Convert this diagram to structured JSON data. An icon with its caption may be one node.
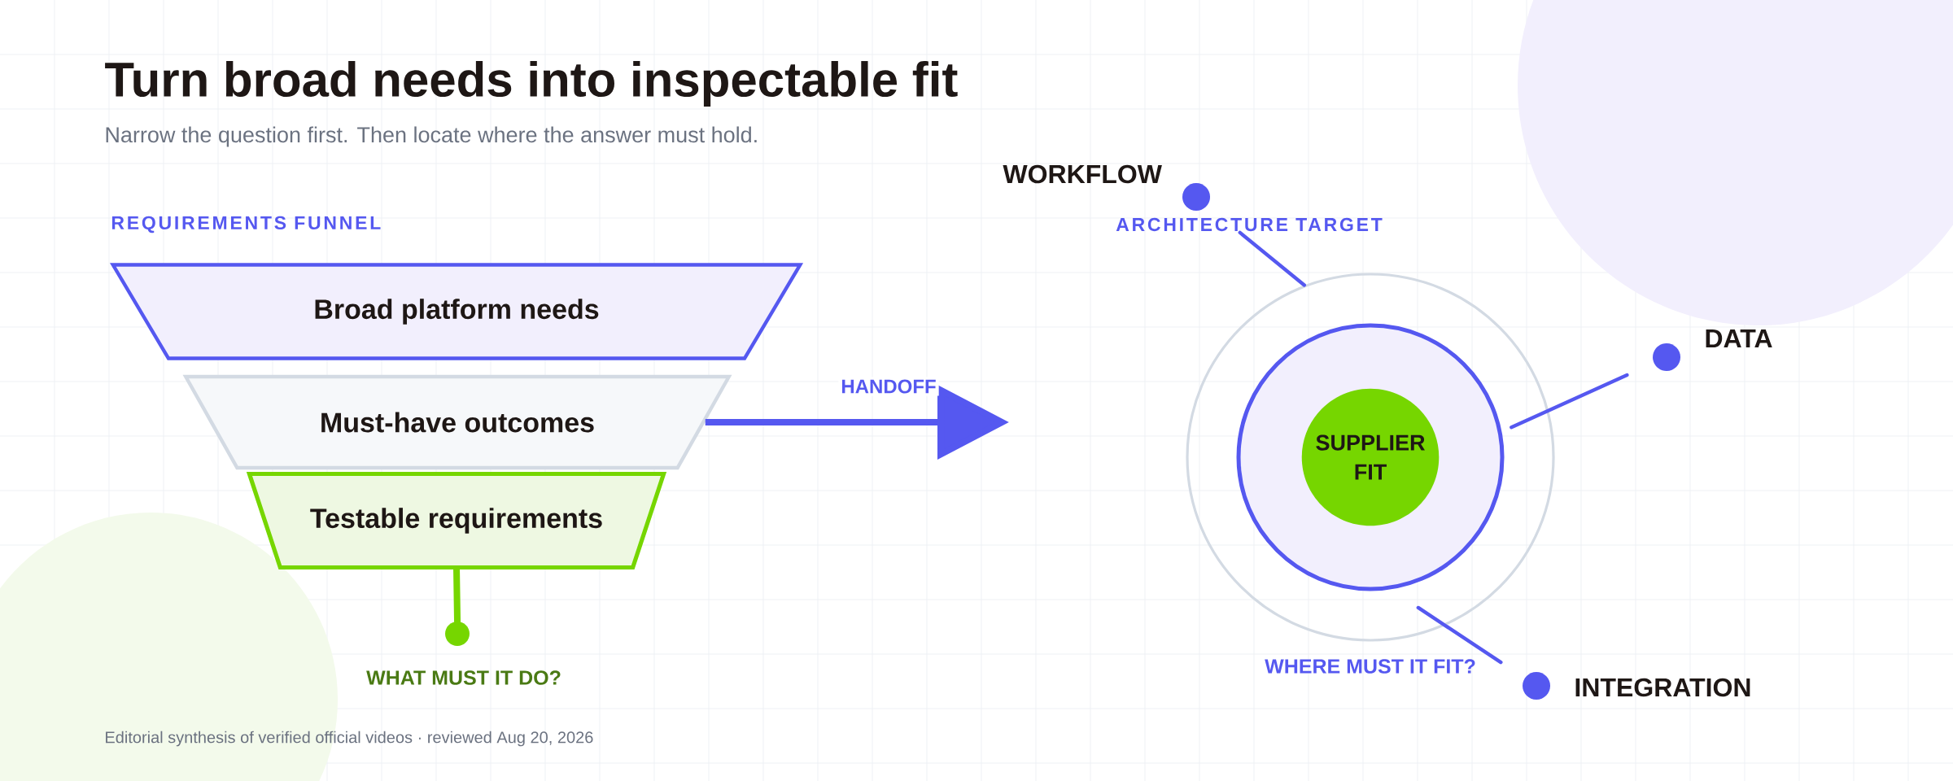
{
  "diagram": {
    "title": "Turn broad needs into inspectable fit",
    "nodes": [
      {
        "text": [
          "Broad platform needs"
        ]
      },
      {
        "text": [
          "Must-have outcomes"
        ]
      },
      {
        "text": [
          "Testable requirements"
        ]
      },
      {
        "text": [],
        "shape": "circle",
        "beside": [
          "WHAT MUST IT DO?"
        ]
      },
      {
        "text": [],
        "shape": "circle"
      },
      {
        "text": [],
        "shape": "circle",
        "in": 4
      },
      {
        "text": [
          "SUPPLIER FIT"
        ],
        "in": 5
      },
      {
        "text": [],
        "shape": "circle",
        "beside": [
          "WORKFLOW"
        ]
      },
      {
        "text": [],
        "shape": "circle",
        "beside": [
          "DATA"
        ]
      },
      {
        "text": [],
        "shape": "circle",
        "beside": [
          "INTEGRATION"
        ]
      }
    ],
    "edges": [
      {
        "from": 2,
        "to": 3,
        "arrow": "none",
        "style": "thick",
        "color": "#76d600"
      },
      {
        "from": 1,
        "to": null,
        "arrow": "to",
        "label": "HANDOFF",
        "style": "thick"
      },
      {
        "from": 4,
        "to": 7,
        "arrow": "none"
      },
      {
        "from": 5,
        "to": 8,
        "arrow": "none"
      },
      {
        "from": 4,
        "to": 9,
        "arrow": "none"
      }
    ],
    "labels": [
      "Narrow the question first. Then locate where the answer must hold.",
      "REQUIREMENTS FUNNEL",
      "ARCHITECTURE TARGET",
      "WHERE MUST IT FIT?",
      "Editorial synthesis of verified official videos · reviewed Aug 20, 2026"
    ]
  }
}
